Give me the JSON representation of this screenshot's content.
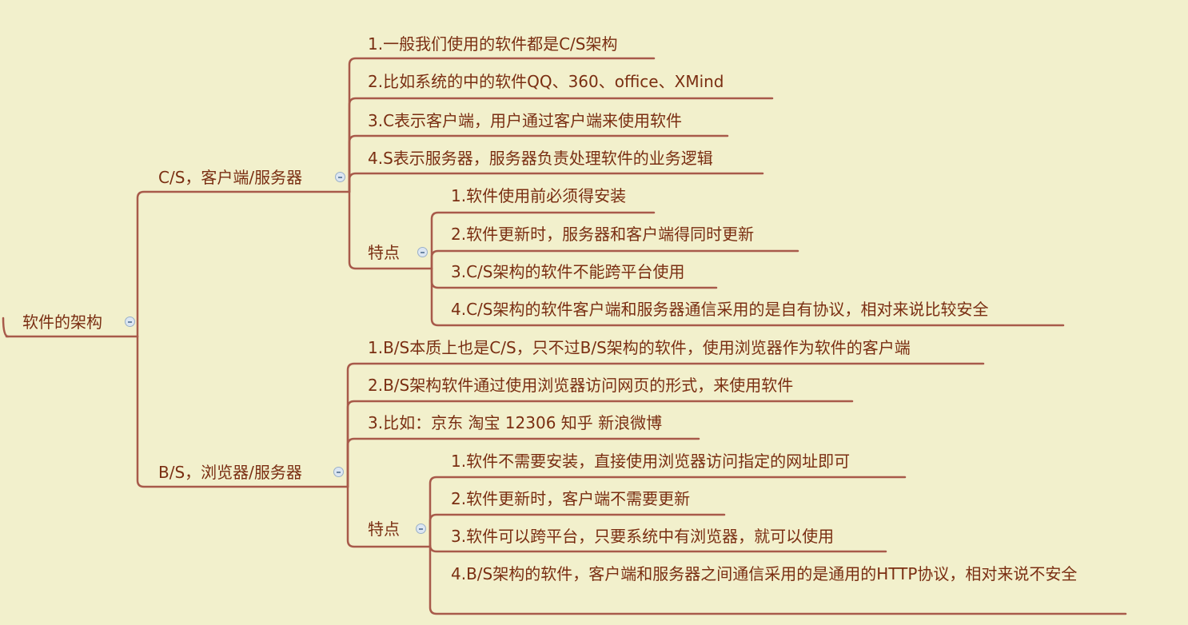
{
  "root": {
    "label": "软件的架构"
  },
  "branches": [
    {
      "label": "C/S，客户端/服务器",
      "items": [
        "1.一般我们使用的软件都是C/S架构",
        "2.比如系统的中的软件QQ、360、office、XMind",
        "3.C表示客户端，用户通过客户端来使用软件",
        "4.S表示服务器，服务器负责处理软件的业务逻辑"
      ],
      "features": {
        "label": "特点",
        "items": [
          "1.软件使用前必须得安装",
          "2.软件更新时，服务器和客户端得同时更新",
          "3.C/S架构的软件不能跨平台使用",
          "4.C/S架构的软件客户端和服务器通信采用的是自有协议，相对来说比较安全"
        ]
      }
    },
    {
      "label": "B/S，浏览器/服务器",
      "items": [
        "1.B/S本质上也是C/S，只不过B/S架构的软件，使用浏览器作为软件的客户端",
        "2.B/S架构软件通过使用浏览器访问网页的形式，来使用软件",
        "3.比如：京东 淘宝 12306 知乎 新浪微博"
      ],
      "features": {
        "label": "特点",
        "items": [
          "1.软件不需要安装，直接使用浏览器访问指定的网址即可",
          "2.软件更新时，客户端不需要更新",
          "3.软件可以跨平台，只要系统中有浏览器，就可以使用",
          "4.B/S架构的软件，客户端和服务器之间通信采用的是通用的HTTP协议，相对来说不安全"
        ]
      }
    }
  ],
  "colors": {
    "background": "#f2f0cc",
    "line": "#a85a4a",
    "text": "#7a2e12"
  }
}
